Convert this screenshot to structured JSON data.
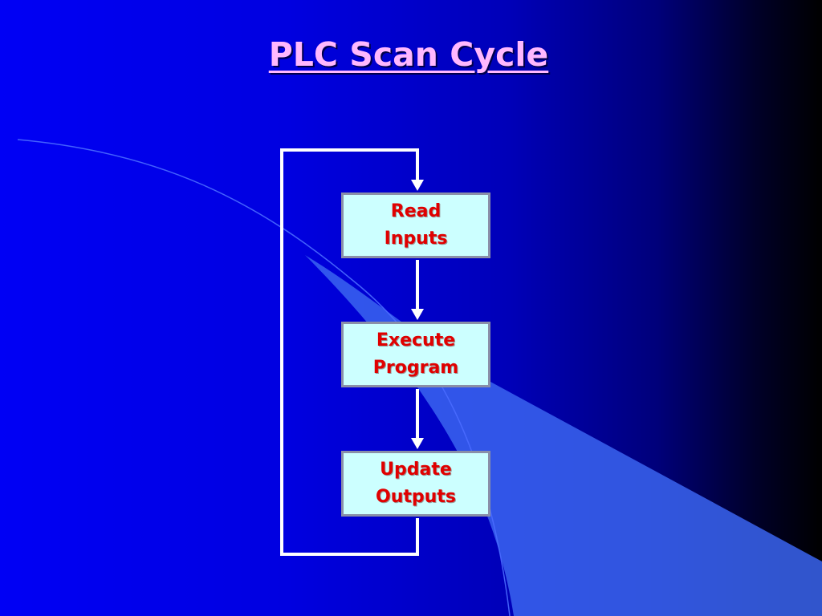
{
  "slide": {
    "title": "PLC Scan Cycle"
  },
  "steps": [
    {
      "line1": "Read",
      "line2": "Inputs"
    },
    {
      "line1": "Execute",
      "line2": "Program"
    },
    {
      "line1": "Update",
      "line2": "Outputs"
    }
  ],
  "colors": {
    "title": "#ffb8ff",
    "box_fill": "#ccffff",
    "box_border": "#8a8fa8",
    "box_text": "#e00000",
    "connector": "#ffffff"
  }
}
